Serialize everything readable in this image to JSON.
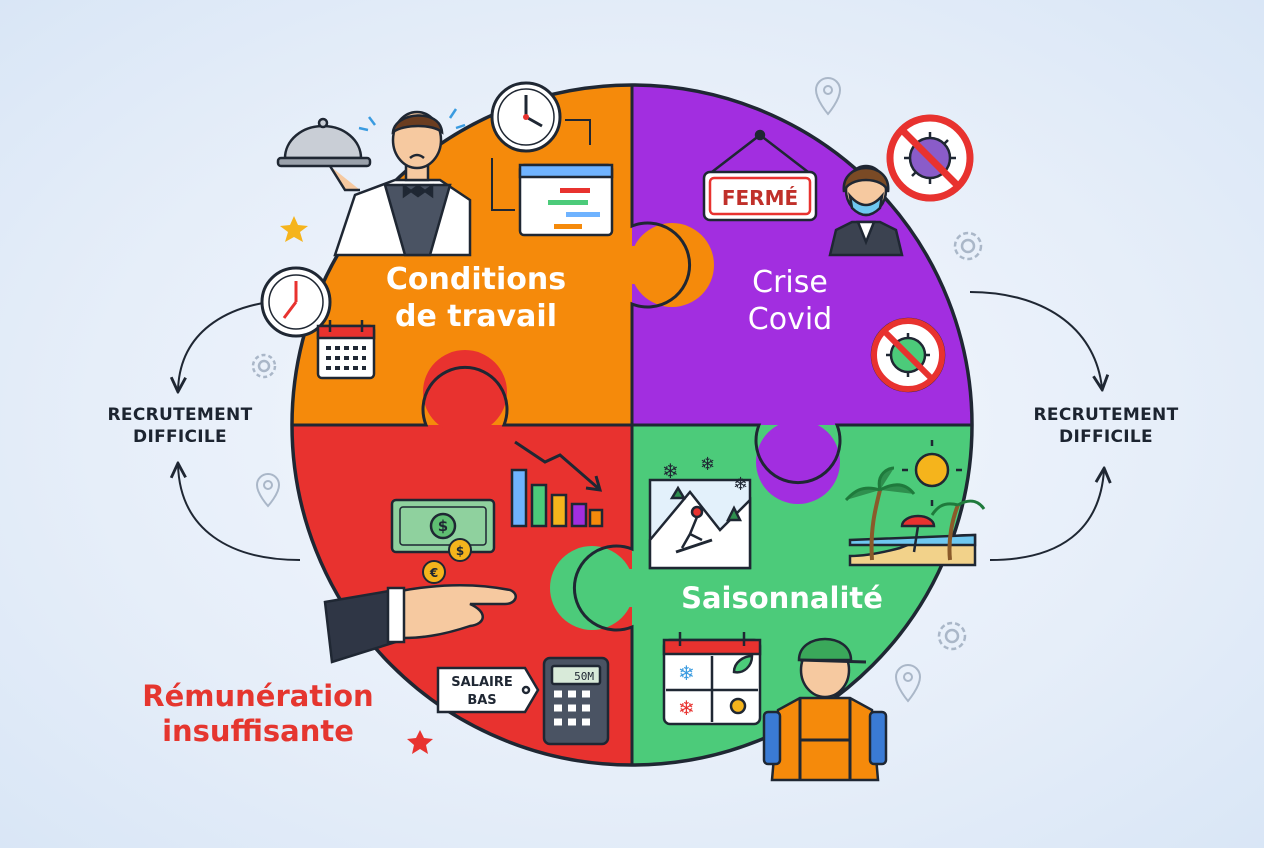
{
  "puzzle": {
    "pieces": [
      {
        "id": "conditions",
        "label": [
          "Conditions",
          "de travail"
        ],
        "color": "#f58a0b"
      },
      {
        "id": "covid",
        "label": [
          "Crise",
          "Covid"
        ],
        "color": "#a22ee0"
      },
      {
        "id": "remuneration",
        "label": [
          "Rémunération",
          "insuffisante"
        ],
        "color": "#e8322f"
      },
      {
        "id": "saison",
        "label": [
          "Saisonnalité"
        ],
        "color": "#4ccb7a"
      }
    ]
  },
  "side_labels": {
    "left": [
      "RECRUTEMENT",
      "DIFFICILE"
    ],
    "right": [
      "RECRUTEMENT",
      "DIFFICILE"
    ]
  },
  "signs": {
    "closed": "FERMÉ",
    "salary": [
      "SALAIRE",
      "BAS"
    ],
    "calculator_display": "50M"
  },
  "colors": {
    "outline": "#1f2733",
    "background": "#e6eef9",
    "accent_red_text": "#e5362f"
  }
}
